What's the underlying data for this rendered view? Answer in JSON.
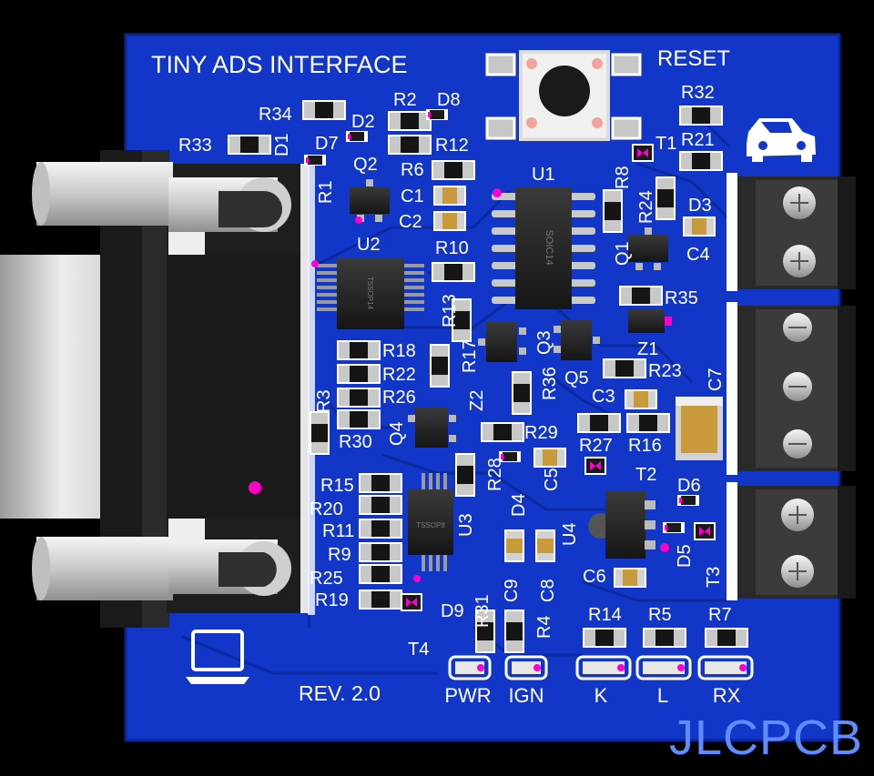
{
  "board": {
    "title": "TINY ADS INTERFACE",
    "revision": "REV. 2.0",
    "reset_label": "RESET",
    "watermark": "JLCPCB",
    "colors": {
      "pcb": "#1136c8",
      "pcb_dark": "#0a2594",
      "silk": "#ffffff",
      "copper": "#b8894b",
      "accent": "#ff00ff"
    },
    "icons": [
      "car-icon",
      "laptop-icon"
    ]
  },
  "chips": {
    "u1": {
      "ref": "U1",
      "package": "SOIC14"
    },
    "u2": {
      "ref": "U2",
      "package": "TSSOP14"
    },
    "u3": {
      "ref": "U3",
      "package": "TSSOP8"
    },
    "u4": {
      "ref": "U4"
    }
  },
  "designators": {
    "R1": "R1",
    "R2": "R2",
    "R3": "R3",
    "R4": "R4",
    "R5": "R5",
    "R6": "R6",
    "R7": "R7",
    "R8": "R8",
    "R9": "R9",
    "R10": "R10",
    "R11": "R11",
    "R12": "R12",
    "R13": "R13",
    "R14": "R14",
    "R15": "R15",
    "R16": "R16",
    "R17": "R17",
    "R18": "R18",
    "R19": "R19",
    "R20": "R20",
    "R21": "R21",
    "R22": "R22",
    "R23": "R23",
    "R24": "R24",
    "R25": "R25",
    "R26": "R26",
    "R27": "R27",
    "R28": "R28",
    "R29": "R29",
    "R30": "R30",
    "R31": "R31",
    "R32": "R32",
    "R33": "R33",
    "R34": "R34",
    "R35": "R35",
    "R36": "R36",
    "C1": "C1",
    "C2": "C2",
    "C3": "C3",
    "C4": "C4",
    "C5": "C5",
    "C6": "C6",
    "C7": "C7",
    "C8": "C8",
    "C9": "C9",
    "D1": "D1",
    "D2": "D2",
    "D3": "D3",
    "D4": "D4",
    "D5": "D5",
    "D6": "D6",
    "D7": "D7",
    "D8": "D8",
    "D9": "D9",
    "Q1": "Q1",
    "Q2": "Q2",
    "Q3": "Q3",
    "Q4": "Q4",
    "Q5": "Q5",
    "T1": "T1",
    "T2": "T2",
    "T3": "T3",
    "T4": "T4",
    "Z1": "Z1",
    "Z2": "Z2"
  },
  "leds": [
    {
      "ref": "PWR"
    },
    {
      "ref": "IGN"
    },
    {
      "ref": "K"
    },
    {
      "ref": "L"
    },
    {
      "ref": "RX"
    }
  ]
}
